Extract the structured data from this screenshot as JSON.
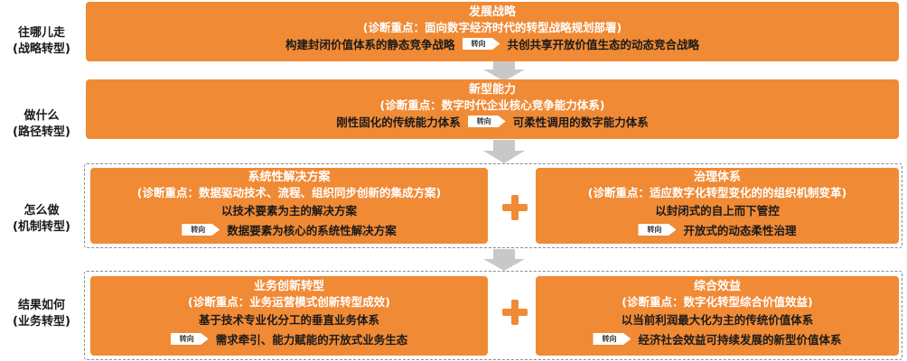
{
  "rows": [
    {
      "label_line1": "往哪儿走",
      "label_line2": "(战略转型)",
      "title": "发展战略",
      "focus": "(诊断重点：面向数字经济时代的转型战略规划部署)",
      "from": "构建封闭价值体系的静态竞争战略",
      "to": "共创共享开放价值生态的动态竞合战略"
    },
    {
      "label_line1": "做什么",
      "label_line2": "(路径转型)",
      "title": "新型能力",
      "focus": "(诊断重点：数字时代企业核心竞争能力体系)",
      "from": "刚性固化的传统能力体系",
      "to": "可柔性调用的数字能力体系"
    },
    {
      "label_line1": "怎么做",
      "label_line2": "(机制转型)",
      "left": {
        "title": "系统性解决方案",
        "focus": "(诊断重点：数据驱动技术、流程、组织同步创新的集成方案)",
        "from": "以技术要素为主的解决方案",
        "to": "数据要素为核心的系统性解决方案"
      },
      "right": {
        "title": "治理体系",
        "focus": "(诊断重点：适应数字化转型变化的的组织机制变革)",
        "from": "以封闭式的自上而下管控",
        "to": "开放式的动态柔性治理"
      }
    },
    {
      "label_line1": "结果如何",
      "label_line2": "(业务转型)",
      "left": {
        "title": "业务创新转型",
        "focus": "(诊断重点：业务运营模式创新转型成效)",
        "from": "基于技术专业化分工的垂直业务体系",
        "to": "需求牵引、能力赋能的开放式业务生态"
      },
      "right": {
        "title": "综合效益",
        "focus": "(诊断重点：数字化转型综合价值效益)",
        "from": "以当前利润最大化为主的传统价值体系",
        "to": "经济社会效益可持续发展的新型价值体系"
      }
    }
  ],
  "transition_label": "转向",
  "colors": {
    "box": "#f08a35",
    "arrow": "#c8c8c8",
    "dashed": "#8a8a8a"
  }
}
